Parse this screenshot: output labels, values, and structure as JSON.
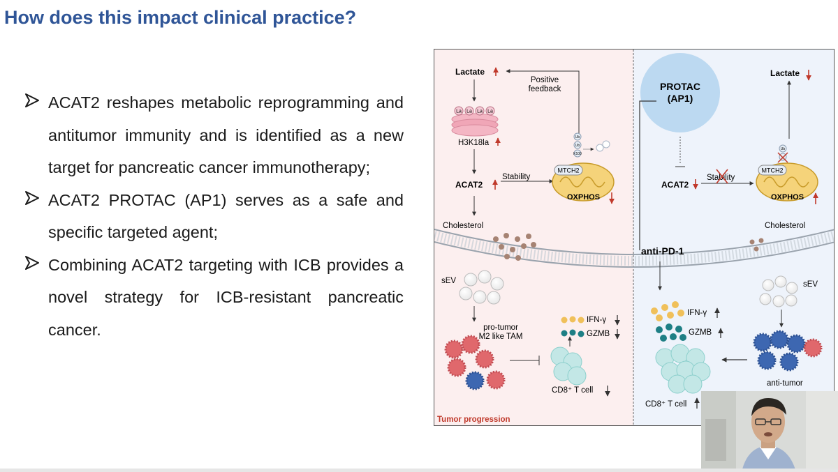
{
  "slide": {
    "title": "How does this impact clinical practice?"
  },
  "bullets": [
    {
      "text": "ACAT2 reshapes metabolic reprogramming and antitumor immunity and is identified as a new target for pancreatic cancer immunotherapy;"
    },
    {
      "text": "ACAT2 PROTAC (AP1) serves as a safe and specific targeted agent;"
    },
    {
      "text": "Combining ACAT2 targeting with ICB provides a novel strategy for ICB-resistant pancreatic cancer."
    }
  ],
  "figure": {
    "left": {
      "lactate": "Lactate",
      "positive_feedback": "Positive\nfeedback",
      "histone_tags": [
        "La",
        "La",
        "La",
        "La"
      ],
      "h3k18la": "H3K18la",
      "acat2": "ACAT2",
      "stability": "Stability",
      "mtch2": "MTCH2",
      "ub1": "Ub",
      "ub2": "Ub",
      "k100": "K100",
      "oxphos": "OXPHOS",
      "cholesterol": "Cholesterol",
      "sev": "sEV",
      "pro_tumor": "pro-tumor\nM2 like TAM",
      "ifn": "IFN-γ",
      "gzmb": "GZMB",
      "cd8": "CD8⁺ T cell",
      "footer": "Tumor progression"
    },
    "right": {
      "protac": "PROTAC\n(AP1)",
      "lactate": "Lactate",
      "acat2": "ACAT2",
      "stability": "Stability",
      "mtch2": "MTCH2",
      "ub": "Ub",
      "oxphos": "OXPHOS",
      "cholesterol": "Cholesterol",
      "anti_pd1": "anti-PD-1",
      "sev": "sEV",
      "ifn": "IFN-γ",
      "gzmb": "GZMB",
      "cd8": "CD8⁺ T cell",
      "anti_tumor": "anti-tumor"
    },
    "colors": {
      "left_bg": "#fcefef",
      "right_bg": "#eef3fb",
      "up_arrow": "#c0392b",
      "down_arrow": "#c0392b",
      "title_blue": "#2f5597",
      "protac_circle": "#bcd9f1",
      "tam_red": "#e0686c",
      "tam_blue": "#3d67b1",
      "tcell": "#c3e7e6",
      "ifn_dot": "#f0c05a",
      "gzmb_dot": "#1e7f85",
      "footer_red": "#c0392b"
    }
  },
  "webcam": {
    "icon": "presenter-webcam"
  }
}
